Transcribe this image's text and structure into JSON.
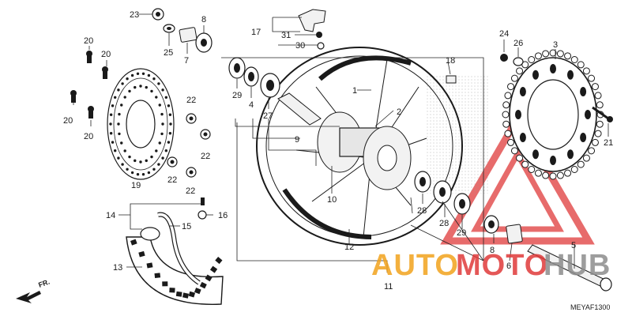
{
  "diagram_code": "MEYAF1300",
  "direction_label": "FR.",
  "watermark": {
    "part1": "AUTO",
    "part2": "MOTO",
    "part3": "HUB",
    "color_orange": "#f2a31d",
    "color_red": "#e03a3a",
    "color_gray": "#8c8c8c"
  },
  "callouts": [
    {
      "id": "c23",
      "label": "23"
    },
    {
      "id": "c8",
      "label": "8"
    },
    {
      "id": "c25",
      "label": "25"
    },
    {
      "id": "c7",
      "label": "7"
    },
    {
      "id": "c20a",
      "label": "20"
    },
    {
      "id": "c20b",
      "label": "20"
    },
    {
      "id": "c20c",
      "label": "20"
    },
    {
      "id": "c20d",
      "label": "20"
    },
    {
      "id": "c19",
      "label": "19"
    },
    {
      "id": "c22a",
      "label": "22"
    },
    {
      "id": "c22b",
      "label": "22"
    },
    {
      "id": "c22c",
      "label": "22"
    },
    {
      "id": "c22d",
      "label": "22"
    },
    {
      "id": "c17",
      "label": "17"
    },
    {
      "id": "c31",
      "label": "31"
    },
    {
      "id": "c30",
      "label": "30"
    },
    {
      "id": "c29a",
      "label": "29"
    },
    {
      "id": "c4",
      "label": "4"
    },
    {
      "id": "c27",
      "label": "27"
    },
    {
      "id": "c1",
      "label": "1"
    },
    {
      "id": "c2",
      "label": "2"
    },
    {
      "id": "c9",
      "label": "9"
    },
    {
      "id": "c10",
      "label": "10"
    },
    {
      "id": "c18",
      "label": "18"
    },
    {
      "id": "c24",
      "label": "24"
    },
    {
      "id": "c26",
      "label": "26"
    },
    {
      "id": "c3",
      "label": "3"
    },
    {
      "id": "c21",
      "label": "21"
    },
    {
      "id": "c14",
      "label": "14"
    },
    {
      "id": "c16",
      "label": "16"
    },
    {
      "id": "c15",
      "label": "15"
    },
    {
      "id": "c13",
      "label": "13"
    },
    {
      "id": "c12",
      "label": "12"
    },
    {
      "id": "c11",
      "label": "11"
    },
    {
      "id": "c28a",
      "label": "28"
    },
    {
      "id": "c28b",
      "label": "28"
    },
    {
      "id": "c29b",
      "label": "29"
    },
    {
      "id": "c8b",
      "label": "8"
    },
    {
      "id": "c6",
      "label": "6"
    },
    {
      "id": "c5",
      "label": "5"
    }
  ]
}
